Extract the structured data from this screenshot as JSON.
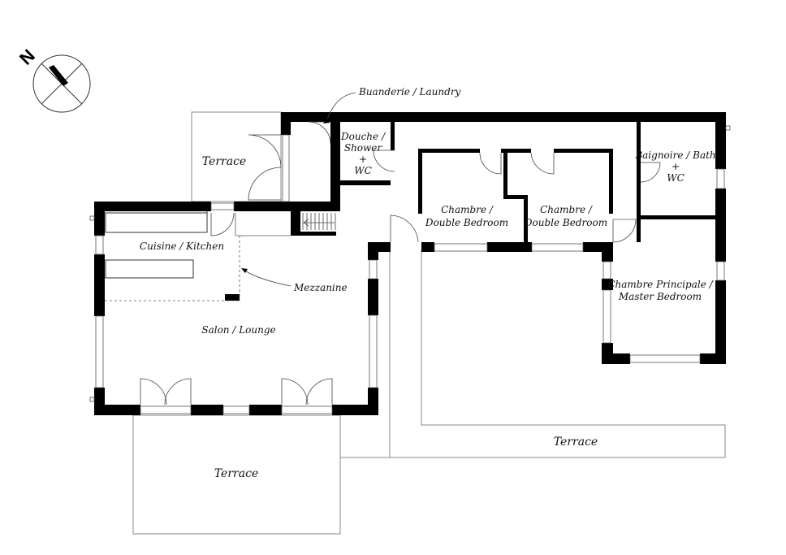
{
  "compass": {
    "letter": "N"
  },
  "rooms": {
    "laundry": "Buanderie / Laundry",
    "shower_l1": "Douche /",
    "shower_l2": "Shower",
    "shower_l3": "+",
    "shower_l4": "WC",
    "bath_l1": "Baignoire / Bath",
    "bath_l2": "+",
    "bath_l3": "WC",
    "bed1_l1": "Chambre /",
    "bed1_l2": "Double Bedroom",
    "bed2_l1": "Chambre /",
    "bed2_l2": "Double Bedroom",
    "master_l1": "Chambre Principale /",
    "master_l2": "Master Bedroom",
    "kitchen": "Cuisine / Kitchen",
    "mezzanine": "Mezzanine",
    "lounge": "Salon / Lounge",
    "terrace_nw": "Terrace",
    "terrace_south": "Terrace",
    "terrace_east": "Terrace"
  }
}
